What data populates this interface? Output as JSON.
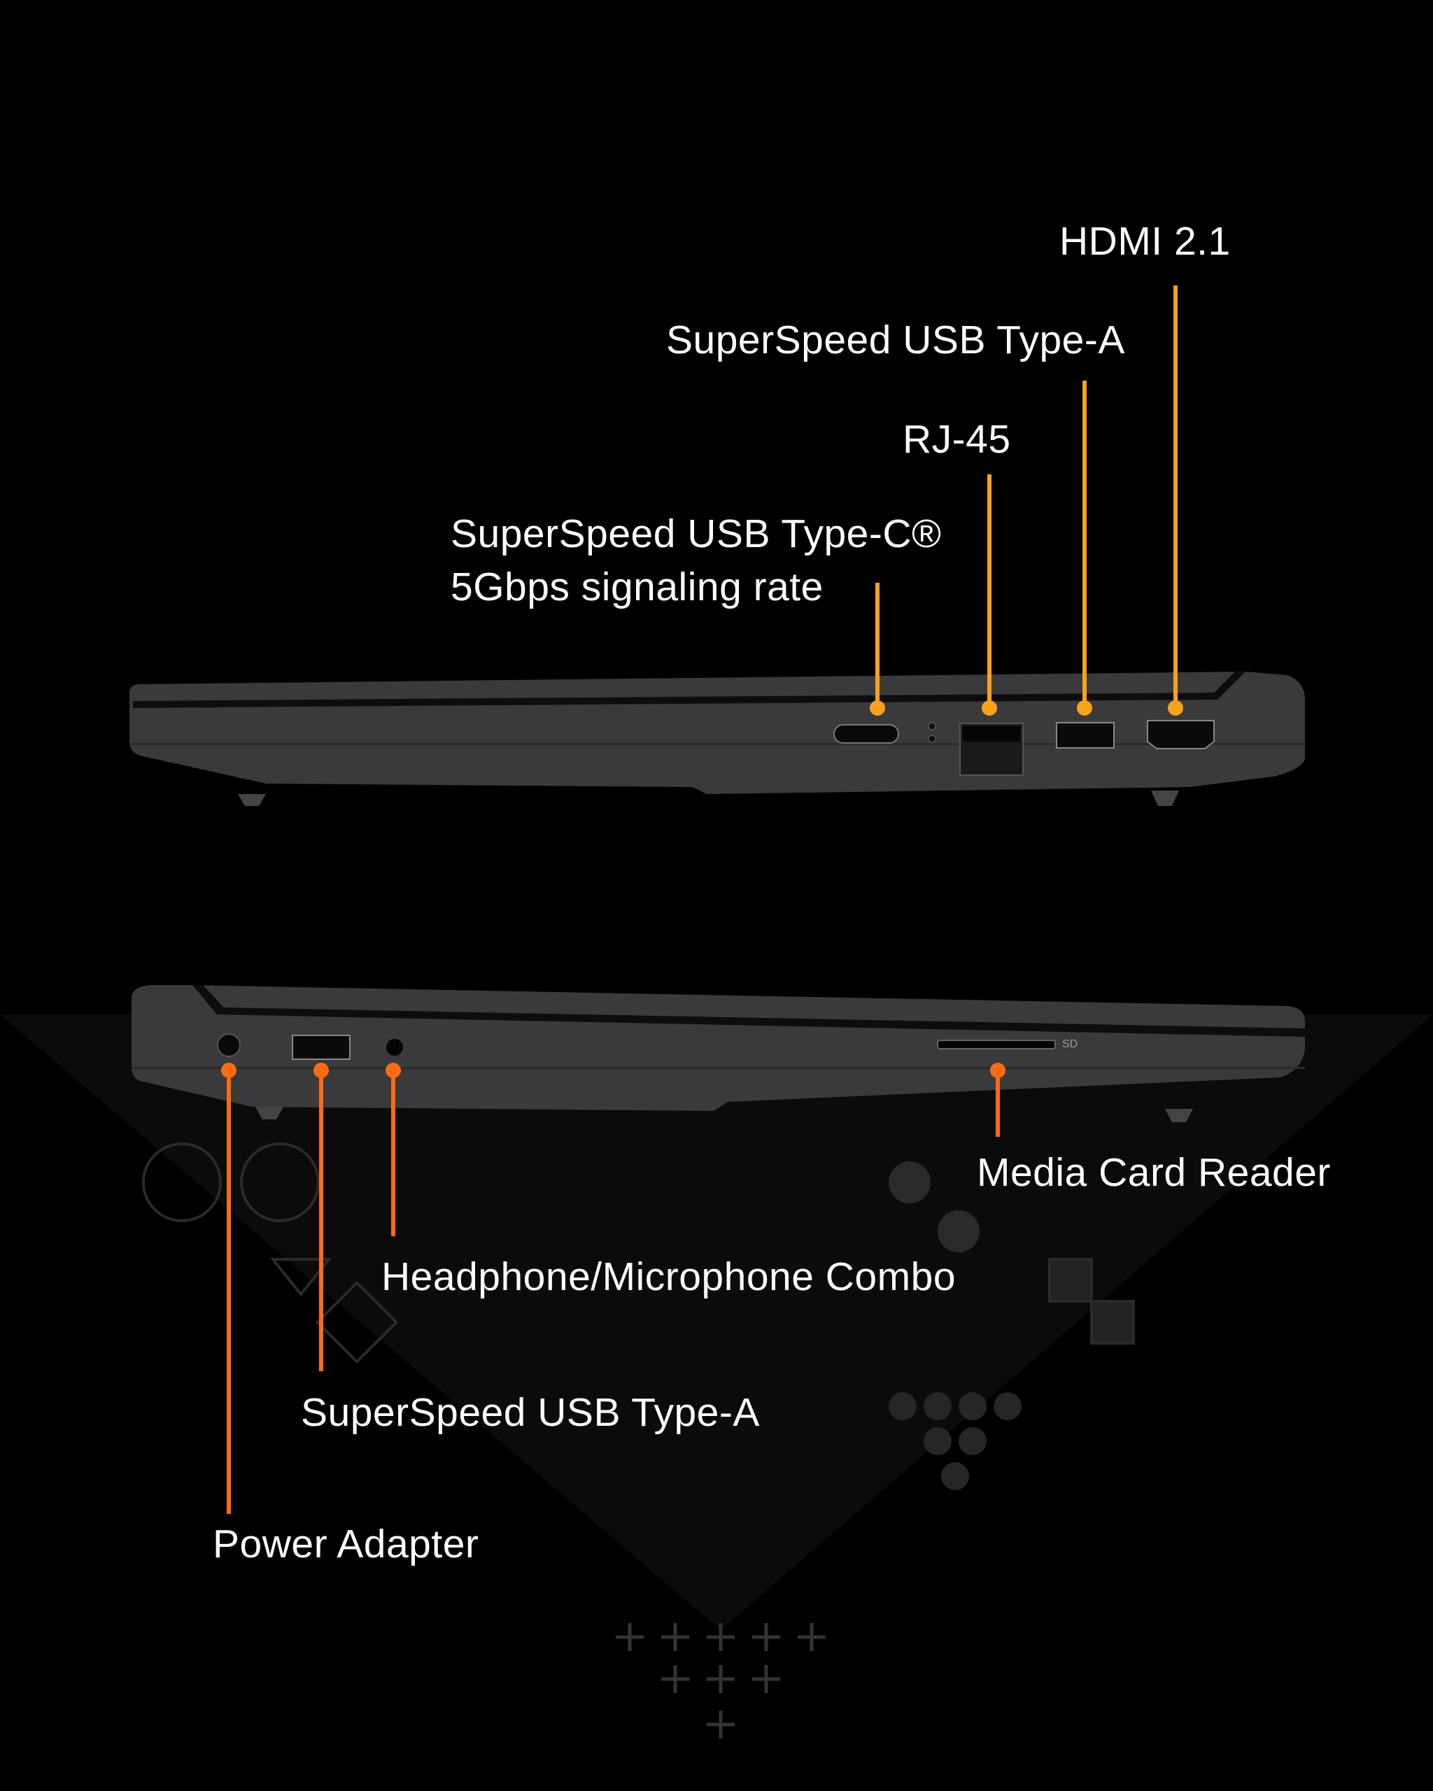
{
  "colors": {
    "background": "#000000",
    "top_callout": "#f7a21b",
    "bottom_callout": "#ff6a14",
    "chassis": "#3a3a3c"
  },
  "right_side": {
    "ports": [
      {
        "label": "HDMI 2.1",
        "icon": "hdmi-port-icon"
      },
      {
        "label": "SuperSpeed USB Type-A",
        "icon": "usb-a-port-icon"
      },
      {
        "label": "RJ-45",
        "icon": "ethernet-port-icon"
      },
      {
        "label": "SuperSpeed USB Type-C®",
        "sublabel": "5Gbps signaling rate",
        "icon": "usb-c-port-icon"
      }
    ]
  },
  "left_side": {
    "ports": [
      {
        "label": "Media Card Reader",
        "icon": "sd-card-slot-icon",
        "slot_text": "SD"
      },
      {
        "label": "Headphone/Microphone Combo",
        "icon": "headphone-jack-icon"
      },
      {
        "label": "SuperSpeed USB Type-A",
        "icon": "usb-a-port-icon"
      },
      {
        "label": "Power Adapter",
        "icon": "power-jack-icon"
      }
    ]
  }
}
